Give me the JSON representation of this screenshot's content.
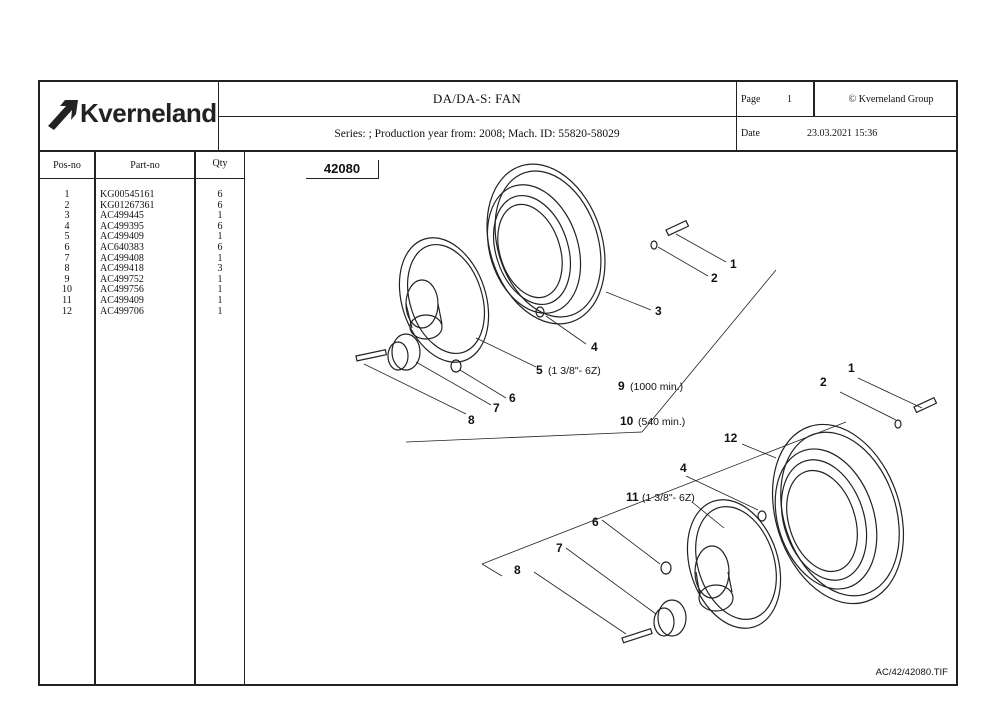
{
  "brand": {
    "name": "Kverneland"
  },
  "header": {
    "title": "DA/DA-S: FAN",
    "series": "Series: ; Production year from: 2008; Mach. ID: 55820-58029",
    "page_label": "Page",
    "page_value": "1",
    "copyright": "© Kverneland Group",
    "date_label": "Date",
    "date_value": "23.03.2021  15:36"
  },
  "table": {
    "columns": [
      "Pos-no",
      "Part-no",
      "Qty"
    ],
    "rows": [
      {
        "pos": "1",
        "part": "KG00545161",
        "qty": "6"
      },
      {
        "pos": "2",
        "part": "KG01267361",
        "qty": "6"
      },
      {
        "pos": "3",
        "part": "AC499445",
        "qty": "1"
      },
      {
        "pos": "4",
        "part": "AC499395",
        "qty": "6"
      },
      {
        "pos": "5",
        "part": "AC499409",
        "qty": "1"
      },
      {
        "pos": "6",
        "part": "AC640383",
        "qty": "6"
      },
      {
        "pos": "7",
        "part": "AC499408",
        "qty": "1"
      },
      {
        "pos": "8",
        "part": "AC499418",
        "qty": "3"
      },
      {
        "pos": "9",
        "part": "AC499752",
        "qty": "1"
      },
      {
        "pos": "10",
        "part": "AC499756",
        "qty": "1"
      },
      {
        "pos": "11",
        "part": "AC499409",
        "qty": "1"
      },
      {
        "pos": "12",
        "part": "AC499706",
        "qty": "1"
      }
    ]
  },
  "drawing": {
    "number": "42080",
    "file": "AC/42/42080.TIF",
    "callouts_top": {
      "l1": "1",
      "l2": "2",
      "l3": "3",
      "l4": "4",
      "l5": "5",
      "l5_sub": "(1 3/8\"- 6Z)",
      "l6": "6",
      "l7": "7",
      "l8": "8",
      "l9": "9",
      "l9_sub": "(1000 min.)",
      "l10": "10",
      "l10_sub": "(540 min.)"
    },
    "callouts_bottom": {
      "l1": "1",
      "l2": "2",
      "l12": "12",
      "l4": "4",
      "l11": "11",
      "l11_sub": "(1 3/8\"- 6Z)",
      "l6": "6",
      "l7": "7",
      "l8": "8"
    }
  }
}
